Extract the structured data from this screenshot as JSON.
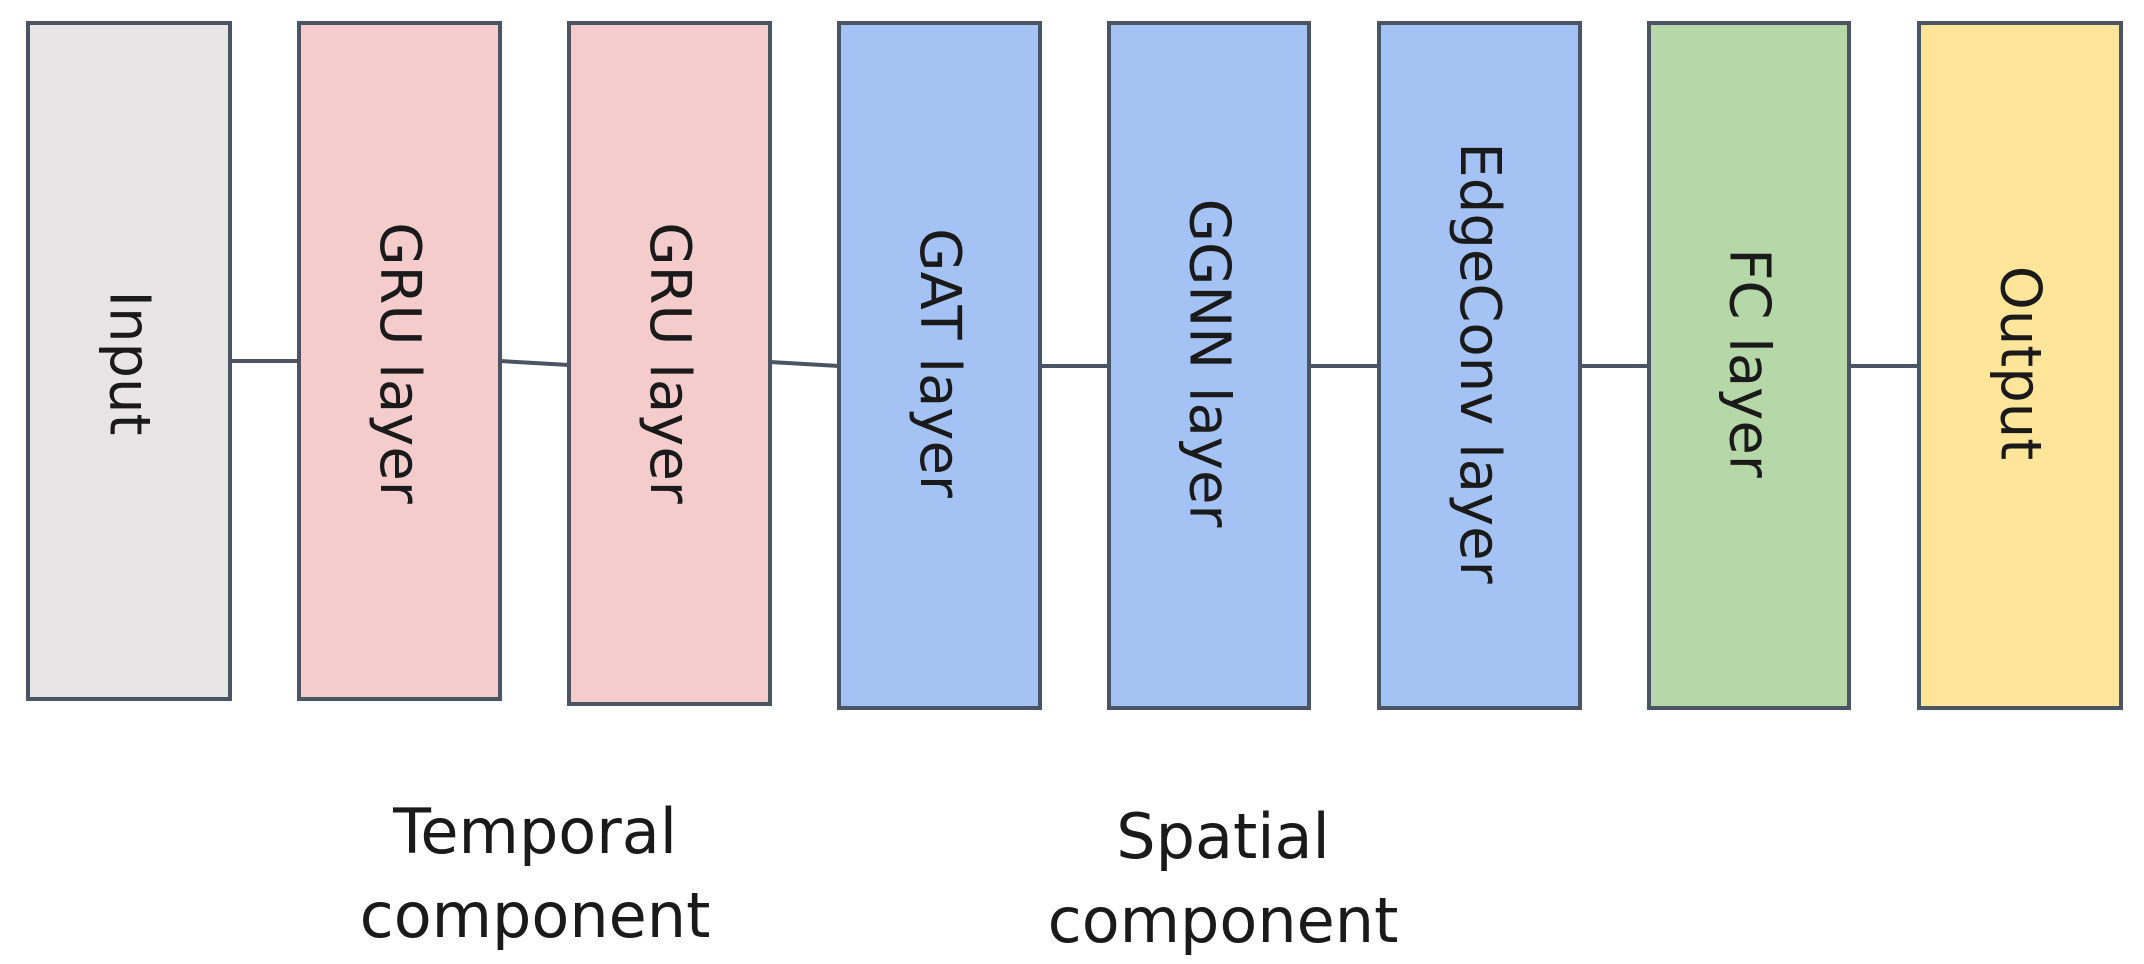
{
  "diagram": {
    "blocks": [
      {
        "label": "Input",
        "fill": "#e7e5e6"
      },
      {
        "label": "GRU layer",
        "fill": "#f4cccc"
      },
      {
        "label": "GRU layer",
        "fill": "#f4cccc"
      },
      {
        "label": "GAT layer",
        "fill": "#a4c2f4"
      },
      {
        "label": "GGNN layer",
        "fill": "#a4c2f4"
      },
      {
        "label": "EdgeConv layer",
        "fill": "#a4c2f4"
      },
      {
        "label": "FC layer",
        "fill": "#b6d7a8"
      },
      {
        "label": "Output",
        "fill": "#ffe599"
      }
    ],
    "border_color": "#4a5462",
    "groups": {
      "temporal": {
        "line1": "Temporal",
        "line2": "component"
      },
      "spatial": {
        "line1": "Spatial",
        "line2": "component"
      }
    }
  }
}
